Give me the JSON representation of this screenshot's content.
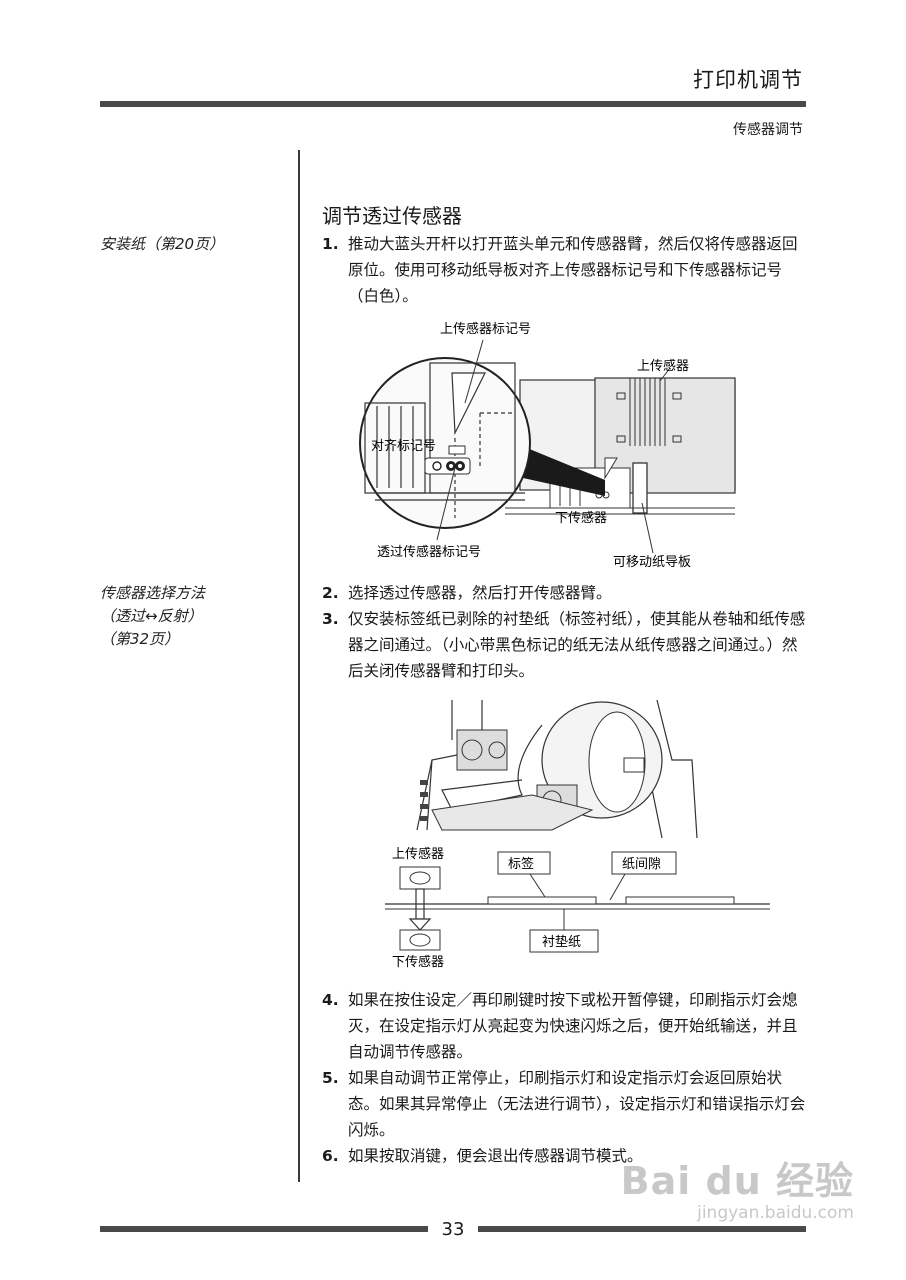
{
  "header": {
    "chapter_title": "打印机调节",
    "section_title": "传感器调节"
  },
  "sidebar": {
    "note1": "安装纸（第20页）",
    "note2_line1": "传感器选择方法",
    "note2_line2": "（透过↔反射）",
    "note2_line3": "（第32页）"
  },
  "main": {
    "heading": "调节透过传感器",
    "steps": [
      {
        "num": "1.",
        "text": "推动大蓝头开杆以打开蓝头单元和传感器臂，然后仅将传感器返回原位。使用可移动纸导板对齐上传感器标记号和下传感器标记号（白色）。"
      },
      {
        "num": "2.",
        "text": "选择透过传感器，然后打开传感器臂。"
      },
      {
        "num": "3.",
        "text": "仅安装标签纸已剥除的衬垫纸（标签衬纸），使其能从卷轴和纸传感器之间通过。（小心带黑色标记的纸无法从纸传感器之间通过。）然后关闭传感器臂和打印头。"
      },
      {
        "num": "4.",
        "text": "如果在按住设定／再印刷键时按下或松开暂停键，印刷指示灯会熄灭，在设定指示灯从亮起变为快速闪烁之后，便开始纸输送，并且自动调节传感器。"
      },
      {
        "num": "5.",
        "text": "如果自动调节正常停止，印刷指示灯和设定指示灯会返回原始状态。如果其异常停止（无法进行调节），设定指示灯和错误指示灯会闪烁。"
      },
      {
        "num": "6.",
        "text": "如果按取消键，便会退出传感器调节模式。"
      }
    ]
  },
  "figure1": {
    "label_upper_mark": "上传感器标记号",
    "label_upper_sensor": "上传感器",
    "label_align_mark": "对齐标记号",
    "label_lower_sensor": "下传感器",
    "label_trans_mark": "透过传感器标记号",
    "label_paper_guide": "可移动纸导板"
  },
  "figure2": {
    "label_upper_sensor": "上传感器",
    "label_label": "标签",
    "label_gap": "纸间隙",
    "label_liner": "衬垫纸",
    "label_lower_sensor": "下传感器"
  },
  "footer": {
    "page_number": "33"
  },
  "watermark": {
    "brand": "Bai du 经验",
    "url": "jingyan.baidu.com"
  }
}
